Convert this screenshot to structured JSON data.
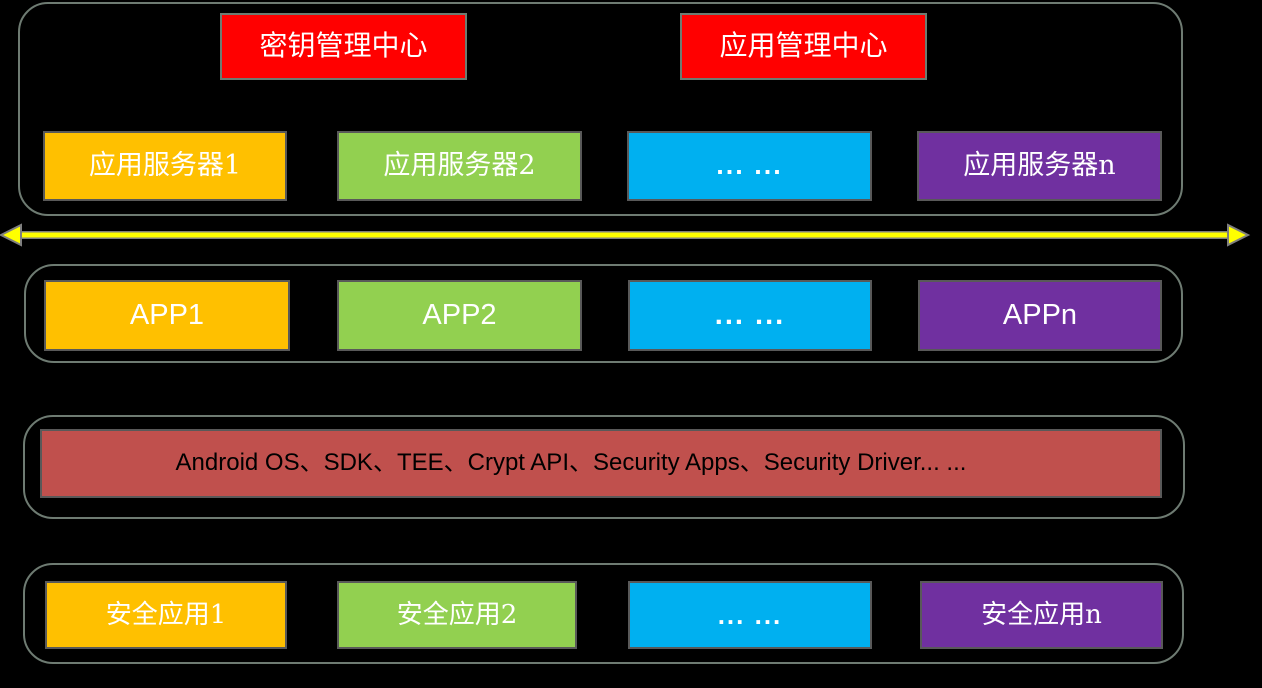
{
  "colors": {
    "background": "#000000",
    "container_border": "#6E7B72",
    "box_border": "#595959",
    "arrow_fill": "#FFFF00",
    "arrow_outline": "#7F7F7F"
  },
  "layers": {
    "server_tier": {
      "management_boxes": [
        {
          "label": "密钥管理中心",
          "color": "#FF0000",
          "text_color": "#FFFFFF"
        },
        {
          "label": "应用管理中心",
          "color": "#FF0000",
          "text_color": "#FFFFFF"
        }
      ],
      "server_boxes": [
        {
          "label": "应用服务器1",
          "color": "#FFC000",
          "text_color": "#FFFFFF"
        },
        {
          "label": "应用服务器2",
          "color": "#92D050",
          "text_color": "#FFFFFF"
        },
        {
          "label": "... ...",
          "color": "#00B0F0",
          "text_color": "#FFFFFF"
        },
        {
          "label": "应用服务器n",
          "color": "#7030A0",
          "text_color": "#FFFFFF"
        }
      ]
    },
    "app_tier": {
      "boxes": [
        {
          "label": "APP1",
          "color": "#FFC000",
          "text_color": "#FFFFFF"
        },
        {
          "label": "APP2",
          "color": "#92D050",
          "text_color": "#FFFFFF"
        },
        {
          "label": "... ...",
          "color": "#00B0F0",
          "text_color": "#FFFFFF"
        },
        {
          "label": "APPn",
          "color": "#7030A0",
          "text_color": "#FFFFFF"
        }
      ]
    },
    "os_tier": {
      "box": {
        "label": "Android OS、SDK、TEE、Crypt API、Security Apps、Security Driver... ...",
        "color": "#C0504D",
        "text_color": "#000000"
      }
    },
    "secure_app_tier": {
      "boxes": [
        {
          "label": "安全应用1",
          "color": "#FFC000",
          "text_color": "#FFFFFF"
        },
        {
          "label": "安全应用2",
          "color": "#92D050",
          "text_color": "#FFFFFF"
        },
        {
          "label": "... ...",
          "color": "#00B0F0",
          "text_color": "#FFFFFF"
        },
        {
          "label": "安全应用n",
          "color": "#7030A0",
          "text_color": "#FFFFFF"
        }
      ]
    }
  }
}
